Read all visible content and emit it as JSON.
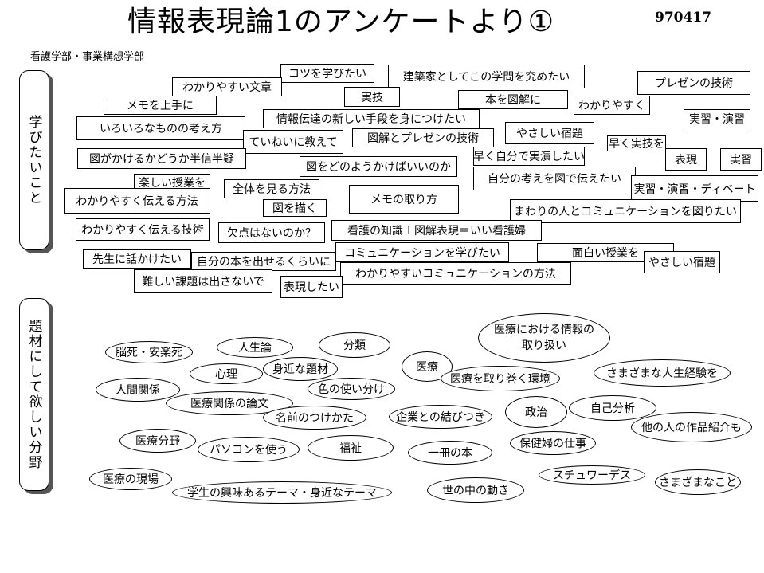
{
  "header": {
    "title": "情報表現論1のアンケートより①",
    "date": "970417",
    "department": "看護学部・事業構想学部"
  },
  "sections": {
    "learn_label": "学びたいこと",
    "topics_label": "題材にして欲しい分野"
  },
  "learn_items": [
    "コツを学びたい",
    "建築家としてこの学問を究めたい",
    "わかりやすい文章",
    "プレゼンの技術",
    "実技",
    "メモを上手に",
    "本を図解に",
    "わかりやすく",
    "情報伝達の新しい手段を身につけたい",
    "実習・演習",
    "いろいろなものの考え方",
    "やさしい宿題",
    "ていねいに教えて",
    "図解とプレゼンの技術",
    "早く実技を",
    "図がかけるかどうか半信半疑",
    "早く自分で実演したい",
    "表現",
    "実習",
    "図をどのようかけばいいのか",
    "自分の考えを図で伝えたい",
    "楽しい授業を",
    "実習・演習・ディベート",
    "全体を見る方法",
    "わかりやすく伝える方法",
    "メモの取り方",
    "図を描く",
    "まわりの人とコミュニケーションを図りたい",
    "わかりやすく伝える技術",
    "欠点はないのか？",
    "看護の知識＋図解表現＝いい看護婦",
    "先生に話かけたい",
    "コミュニケーションを学びたい",
    "面白い授業を",
    "自分の本を出せるくらいに",
    "やさしい宿題",
    "わかりやすいコミュニケーションの方法",
    "難しい課題は出さないで",
    "表現したい"
  ],
  "topic_items": [
    "医療における情報の\n取り扱い",
    "分類",
    "脳死・安楽死",
    "人生論",
    "医療",
    "心理",
    "身近な題材",
    "医療を取り巻く環境",
    "さまざまな人生経験を",
    "人間関係",
    "色の使い分け",
    "医療関係の論文",
    "自己分析",
    "政治",
    "名前のつけかた",
    "企業との結びつき",
    "他の人の作品紹介も",
    "医療分野",
    "保健婦の仕事",
    "パソコンを使う",
    "福祉",
    "一冊の本",
    "スチュワーデス",
    "医療の現場",
    "さまざまなこと",
    "学生の興味あるテーマ・身近なテーマ",
    "世の中の動き"
  ]
}
